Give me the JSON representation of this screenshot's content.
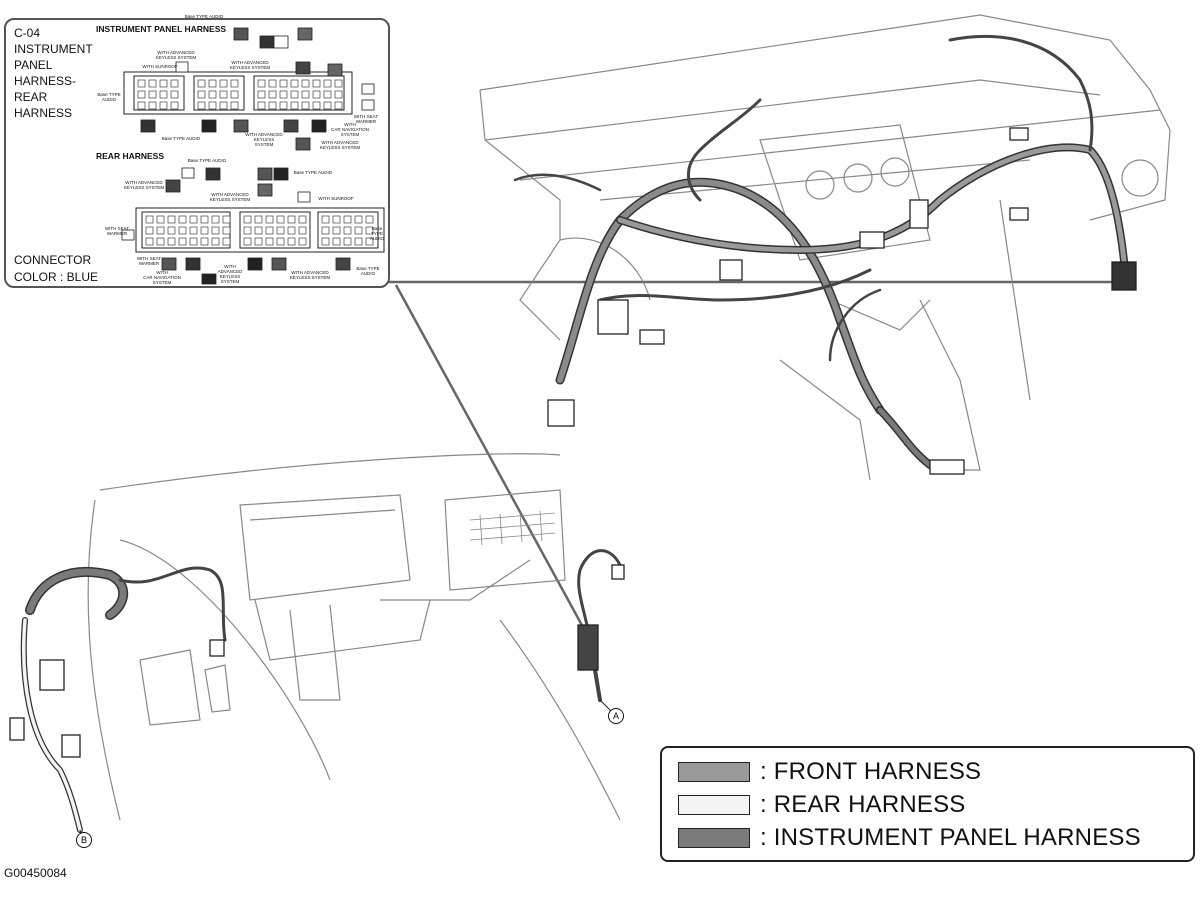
{
  "inset": {
    "code": "C-04",
    "name": "INSTRUMENT\nPANEL\nHARNESS-\nREAR\nHARNESS",
    "connector_color": "CONNECTOR\nCOLOR : BLUE",
    "top_harness": "INSTRUMENT PANEL HARNESS",
    "bottom_harness": "REAR HARNESS",
    "notes": {
      "base_audio_top": "Base TYPE AUDIO",
      "adv_key_1": "WITH ADVANCED\nKEYLESS SYSTEM",
      "sunroof_1": "WITH SUNROOF",
      "base_audio_left": "Base TYPE\nAUDIO",
      "adv_key_2": "WITH ADVANCED\nKEYLESS SYSTEM",
      "seat_warmer_1": "WITH SEAT\nWARMER",
      "base_audio_2": "Base TYPE AUDIO",
      "adv_key_3": "WITH ADVANCED\nKEYLESS\nSYSTEM",
      "nav_1": "WITH\nCAR NAVIGATION\nSYSTEM",
      "adv_key_4": "WITH ADVANCED\nKEYLESS SYSTEM",
      "base_audio_bottom_top": "Base TYPE AUDIO",
      "base_audio_3": "Base TYPE AUDIO",
      "adv_key_5": "WITH ADVANCED\nKEYLESS SYSTEM",
      "adv_key_6": "WITH ADVANCED\nKEYLESS SYSTEM",
      "sunroof_2": "WITH SUNROOF",
      "seat_warmer_2": "WITH SEAT\nWARMER",
      "base_audio_right": "Base\nTYPE\nAUDIO",
      "seat_warmer_3": "WITH SEAT\nWARMER",
      "nav_2": "WITH\nCAR NAVIGATION\nSYSTEM",
      "adv_key_7": "WITH\nADVANCED\nKEYLESS\nSYSTEM",
      "adv_key_8": "WITH ADVANCED\nKEYLESS SYSTEM",
      "base_audio_4": "Base TYPE\nAUDIO"
    }
  },
  "legend": {
    "items": [
      {
        "label": ": FRONT HARNESS",
        "color": "#9a9a9a"
      },
      {
        "label": ": REAR HARNESS",
        "color": "#f4f4f4"
      },
      {
        "label": ": INSTRUMENT PANEL HARNESS",
        "color": "#7a7a7a"
      }
    ]
  },
  "callouts": {
    "a": "A",
    "b": "B"
  },
  "figure_id": "G00450084",
  "colors": {
    "line": "#555555",
    "front_harness": "#9a9a9a",
    "panel_harness": "#7a7a7a",
    "rear_harness": "#f4f4f4"
  }
}
